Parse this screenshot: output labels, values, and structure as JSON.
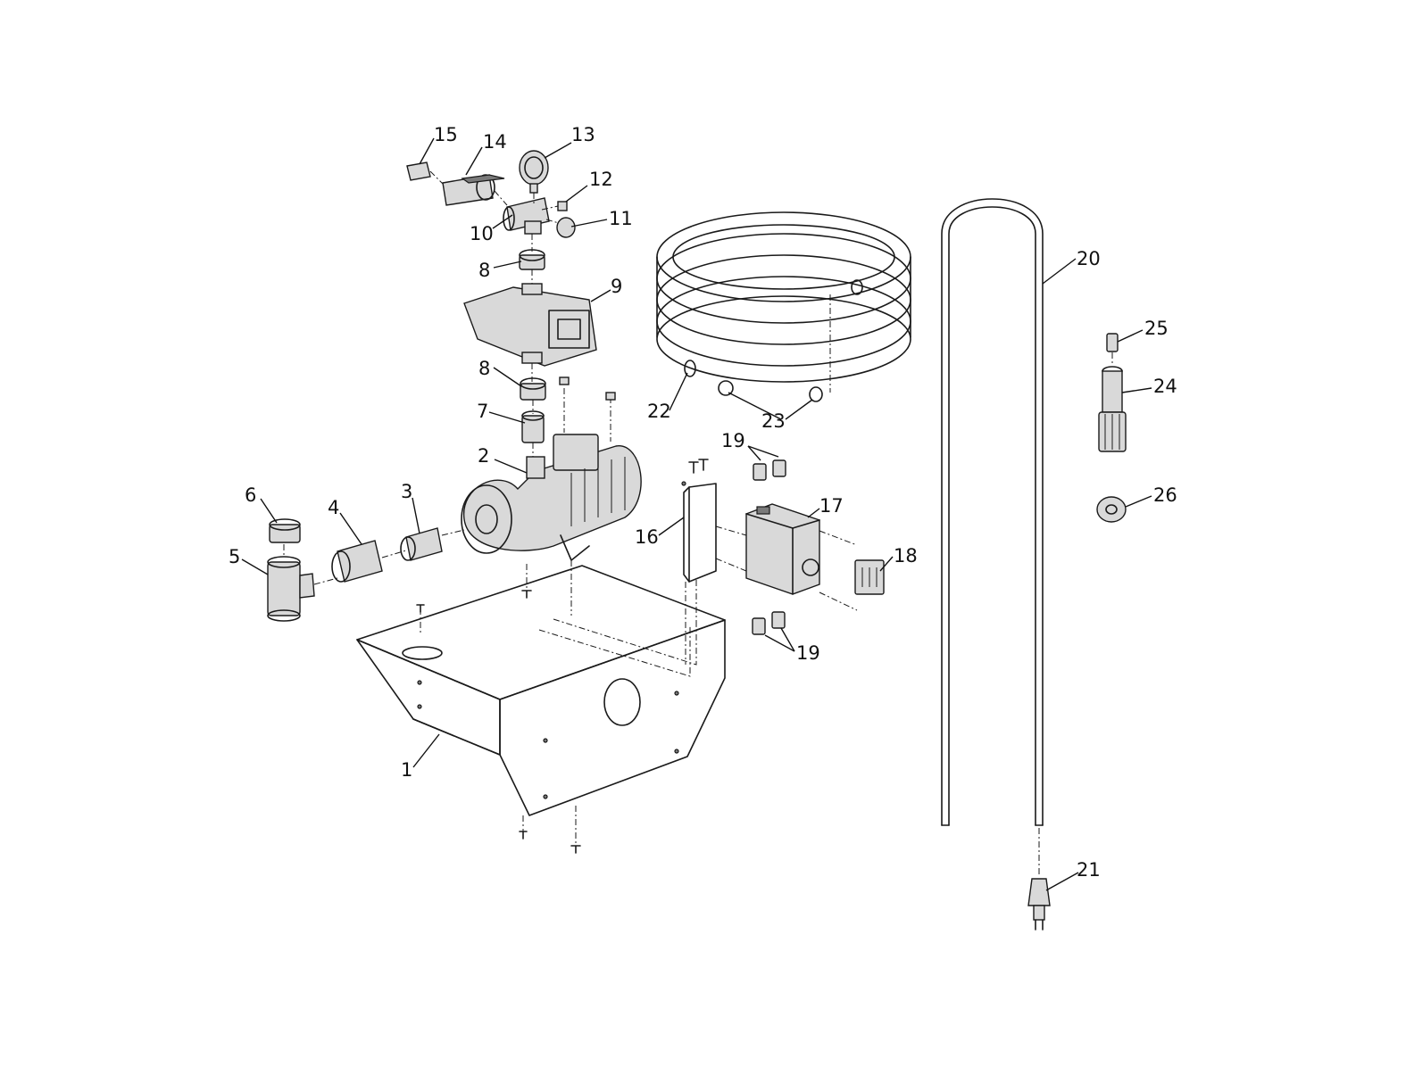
{
  "callouts": [
    {
      "id": "1",
      "text": "1"
    },
    {
      "id": "2",
      "text": "2"
    },
    {
      "id": "3",
      "text": "3"
    },
    {
      "id": "4",
      "text": "4"
    },
    {
      "id": "5",
      "text": "5"
    },
    {
      "id": "6",
      "text": "6"
    },
    {
      "id": "7",
      "text": "7"
    },
    {
      "id": "8a",
      "text": "8"
    },
    {
      "id": "8b",
      "text": "8"
    },
    {
      "id": "9",
      "text": "9"
    },
    {
      "id": "10",
      "text": "10"
    },
    {
      "id": "11",
      "text": "11"
    },
    {
      "id": "12",
      "text": "12"
    },
    {
      "id": "13",
      "text": "13"
    },
    {
      "id": "14",
      "text": "14"
    },
    {
      "id": "15",
      "text": "15"
    },
    {
      "id": "16",
      "text": "16"
    },
    {
      "id": "17",
      "text": "17"
    },
    {
      "id": "18",
      "text": "18"
    },
    {
      "id": "19a",
      "text": "19"
    },
    {
      "id": "19b",
      "text": "19"
    },
    {
      "id": "20",
      "text": "20"
    },
    {
      "id": "21",
      "text": "21"
    },
    {
      "id": "22",
      "text": "22"
    },
    {
      "id": "23",
      "text": "23"
    },
    {
      "id": "24",
      "text": "24"
    },
    {
      "id": "25",
      "text": "25"
    },
    {
      "id": "26",
      "text": "26"
    }
  ]
}
